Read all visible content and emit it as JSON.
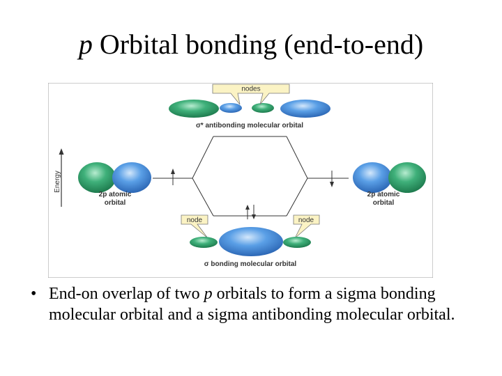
{
  "title": {
    "p": "p",
    "rest": " Orbital bonding (end-to-end)"
  },
  "diagram": {
    "nodes_label": "nodes",
    "sigma_star_label": "σ* antibonding molecular orbital",
    "sigma_label": "σ bonding molecular orbital",
    "node_left_label": "node",
    "node_right_label": "node",
    "energy_label": "Energy",
    "atomic_left": {
      "line1": "2p atomic",
      "line2": "orbital"
    },
    "atomic_right": {
      "line1": "2p atomic",
      "line2": "orbital"
    },
    "colors": {
      "lobe_green": "#3fb07a",
      "lobe_blue": "#5a9fe6",
      "callout_fill": "#fbf3c4",
      "line": "#333333"
    }
  },
  "caption": {
    "bullet": "•",
    "t1": "End-on overlap of two ",
    "p": "p",
    "t2": " orbitals to form a sigma bonding molecular orbital and a sigma antibonding molecular orbital."
  }
}
